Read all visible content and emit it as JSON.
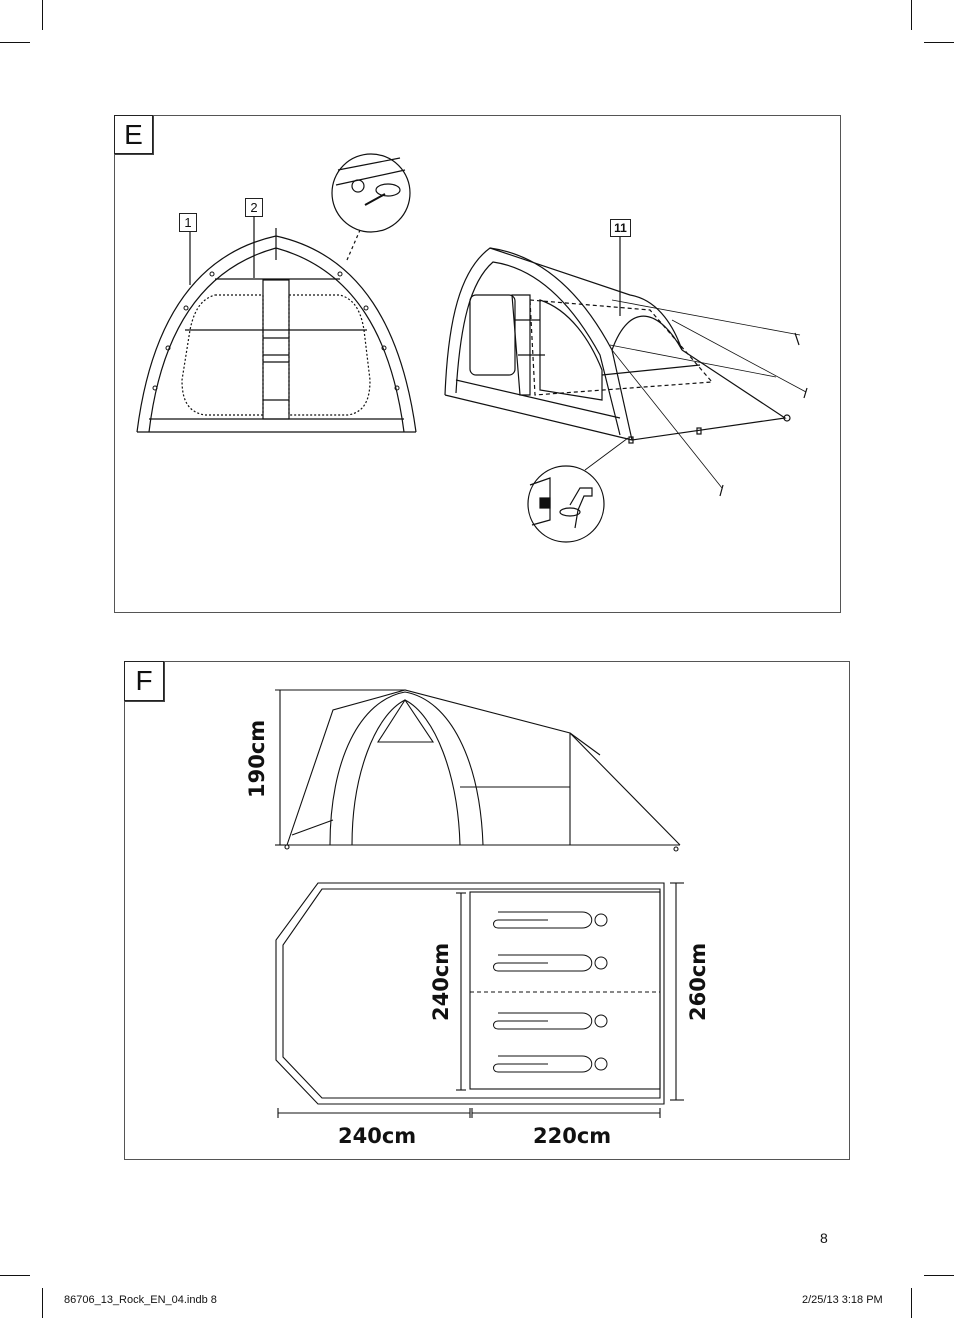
{
  "panel_e": {
    "letter": "E",
    "callouts": [
      "1",
      "2",
      "11"
    ]
  },
  "panel_f": {
    "letter": "F",
    "height_label": "190cm",
    "inner_width_label": "240cm",
    "outer_width_label": "260cm",
    "vestibule_length_label": "240cm",
    "bedroom_length_label": "220cm"
  },
  "page_number": "8",
  "slug": {
    "file": "86706_13_Rock_EN_04.indb   8",
    "datetime": "2/25/13   3:18 PM"
  }
}
